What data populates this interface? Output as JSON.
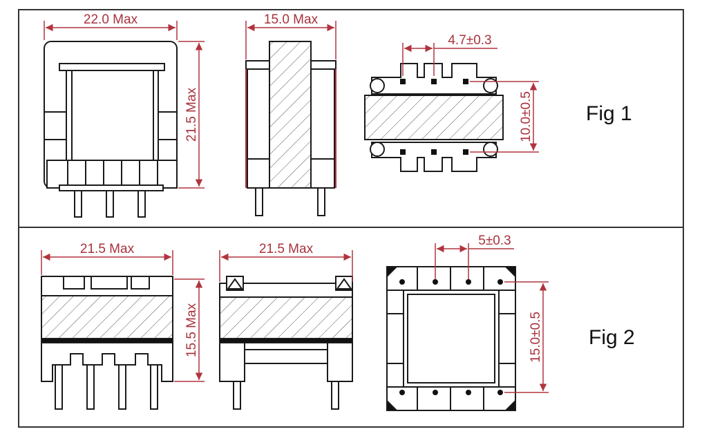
{
  "colors": {
    "outline": "#1a1a1a",
    "dimension": "#b0343e",
    "frame": "#333333",
    "background": "#ffffff"
  },
  "fig1": {
    "label": "Fig 1",
    "front_width": "22.0 Max",
    "front_height": "21.5 Max",
    "side_width": "15.0 Max",
    "bottom_pitch": "4.7±0.3",
    "bottom_row_spacing": "10.0±0.5"
  },
  "fig2": {
    "label": "Fig 2",
    "front_width": "21.5 Max",
    "front_height": "15.5 Max",
    "side_width": "21.5 Max",
    "bottom_pitch": "5±0.3",
    "bottom_row_spacing": "15.0±0.5"
  }
}
